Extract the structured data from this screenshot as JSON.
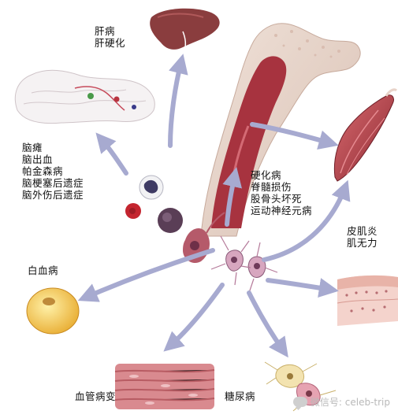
{
  "labels": {
    "liver": "肝病\n肝硬化",
    "brain": "脑瘫\n脑出血\n帕金森病\n脑梗塞后遗症\n脑外伤后遗症",
    "spine": "硬化病\n脊髓损伤\n股骨头坏死\n运动神经元病",
    "muscle": "皮肌炎\n肌无力",
    "leukemia": "白血病",
    "vascular": "血管病变",
    "diabetes": "糖尿病"
  },
  "watermark": "微信号: celeb-trip",
  "colors": {
    "arrow": "#a7aad0",
    "bone": "#e3cfc4",
    "marrow": "#9c2c3a",
    "liver": "#8a3d3e",
    "muscle": "#b3414a",
    "fat_cell": "#f1c24a"
  }
}
